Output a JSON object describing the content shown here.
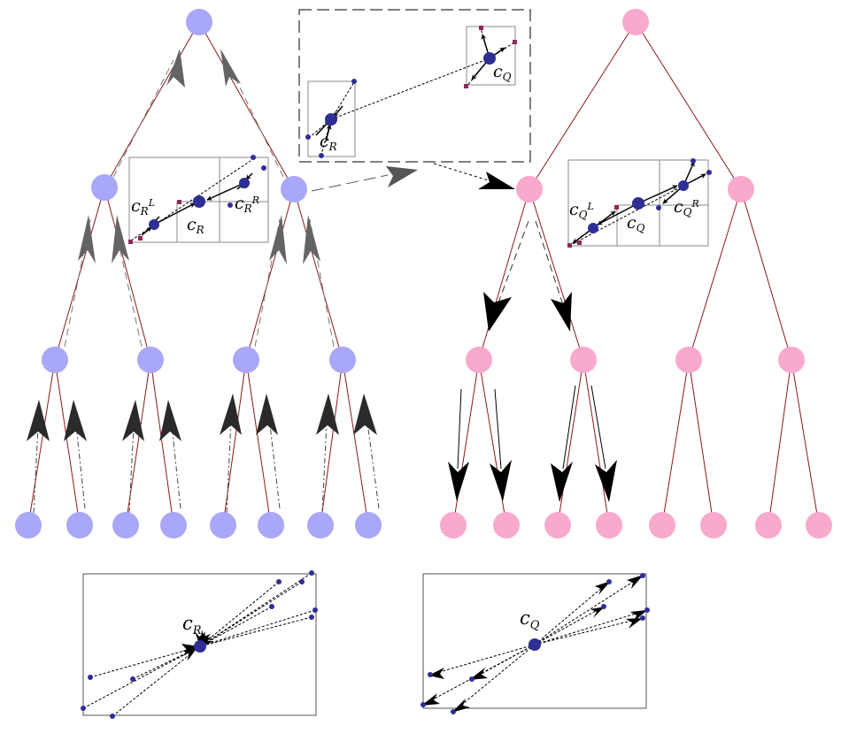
{
  "labels": {
    "c": "c",
    "R": "R",
    "Q": "Q",
    "L_sup": "L",
    "R_sup": "R"
  },
  "colors": {
    "left_tree_node": "#a9a7f7",
    "right_tree_node": "#f9a9cc",
    "tree_edge": "#8b1a1a",
    "centroid": "#2e2e96",
    "corner_point": "#8b2a5a",
    "upward_arrow": "#555555",
    "downward_arrow": "#000000",
    "box_border": "#8a8a8a"
  }
}
